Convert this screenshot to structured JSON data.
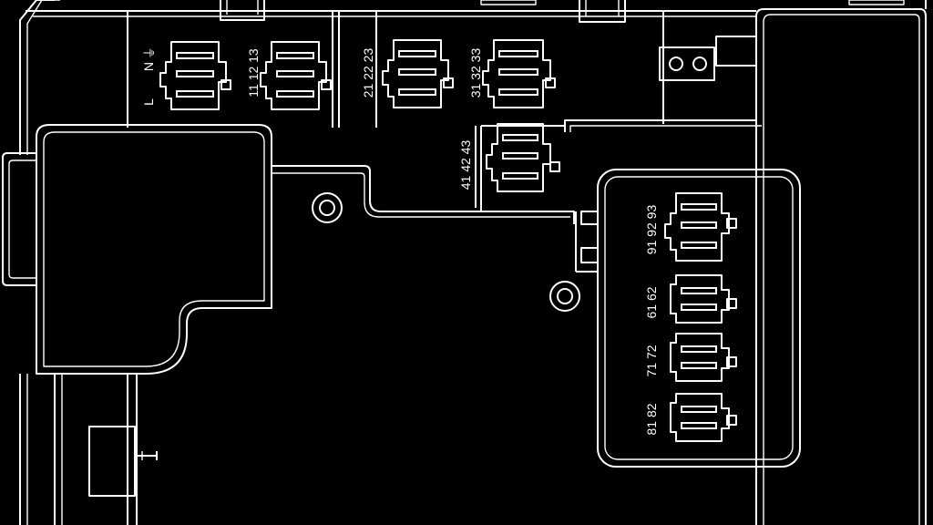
{
  "colors": {
    "background": "#000000",
    "line": "#ffffff"
  },
  "terminal_labels": {
    "power": [
      "L",
      "N",
      "⏚"
    ],
    "group1": "11 12 13",
    "group2": "21 22 23",
    "group3": "31 32 33",
    "group4": "41 42 43",
    "group9": "91 92 93",
    "group6": "61 62",
    "group7": "71 72",
    "group8": "81 82"
  },
  "icons": {
    "ground": "earth-ground-symbol",
    "screw": "screw-hole"
  }
}
